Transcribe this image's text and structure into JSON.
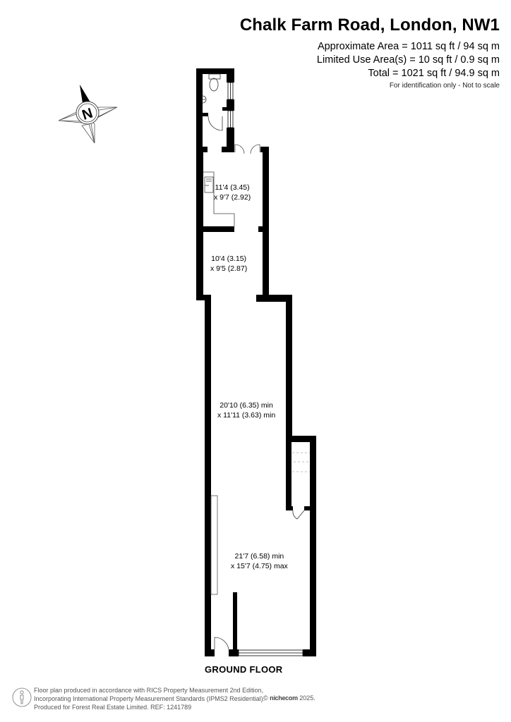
{
  "header": {
    "title": "Chalk Farm Road, London, NW1",
    "approximate_area": "Approximate Area = 1011 sq ft / 94 sq m",
    "limited_use_area": "Limited Use Area(s) = 10 sq ft / 0.9 sq m",
    "total_area": "Total = 1021 sq ft / 94.9 sq m",
    "disclaimer": "For identification only - Not to scale"
  },
  "compass": {
    "icon": "compass-north-icon",
    "label": "N"
  },
  "rooms": [
    {
      "id": "kitchen",
      "line1": "11'4 (3.45)",
      "line2": "x 9'7 (2.92)"
    },
    {
      "id": "room-2",
      "line1": "10'4 (3.15)",
      "line2": "x 9'5 (2.87)"
    },
    {
      "id": "room-3",
      "line1": "20'10 (6.35) min",
      "line2": "x 11'11 (3.63) min"
    },
    {
      "id": "room-4",
      "line1": "21'7 (6.58) min",
      "line2": "x 15'7 (4.75) max"
    }
  ],
  "floor_label": "GROUND FLOOR",
  "footer": {
    "line1": "Floor plan produced in accordance with RICS Property Measurement 2nd Edition,",
    "line2": "Incorporating International Property Measurement Standards (IPMS2 Residential).",
    "line3": "Produced for Forest Real Estate Limited.   REF:  1241789",
    "brand": "nichecom",
    "copyright_symbol": "©",
    "year": "2025."
  },
  "colors": {
    "wall": "#000000",
    "fixture_line": "#555555",
    "stairs_dash": "#aaaaaa",
    "footer_text": "#555555"
  }
}
